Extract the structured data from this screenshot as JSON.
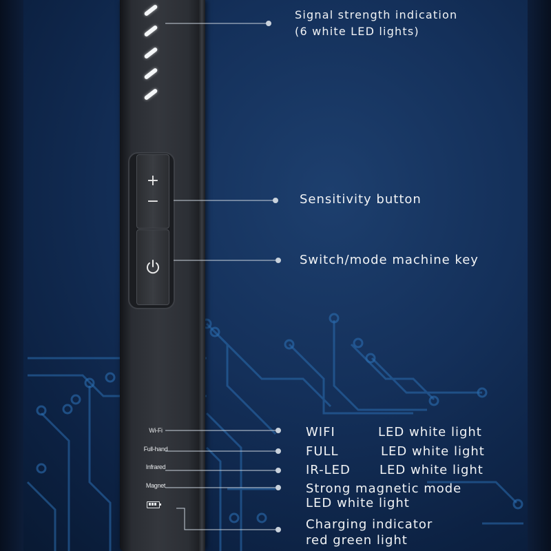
{
  "annotations": {
    "signal": {
      "line1": "Signal strength indication",
      "line2": "(6 white LED lights)"
    },
    "sensitivity": "Sensitivity button",
    "switch": "Switch/mode machine key",
    "wifi": {
      "name": "WIFI",
      "desc": "LED white light"
    },
    "full": {
      "name": "FULL",
      "desc": "LED white light"
    },
    "irled": {
      "name": "IR-LED",
      "desc": "LED white light"
    },
    "magnetic": {
      "line1": "Strong magnetic mode",
      "line2": "LED white light"
    },
    "charging": {
      "line1": "Charging indicator",
      "line2": "red green light"
    }
  },
  "device": {
    "buttons": {
      "plus": "+",
      "minus": "−"
    },
    "indicators": [
      "Wi-Fi",
      "Full-hand",
      "Infrared",
      "Magnet"
    ],
    "icons": [
      "signal-led-icon",
      "power-icon",
      "battery-icon"
    ]
  },
  "colors": {
    "background": "#14305a",
    "device": "#2c2f35",
    "text": "#f1f3f5",
    "led": "#f4f6f8"
  }
}
